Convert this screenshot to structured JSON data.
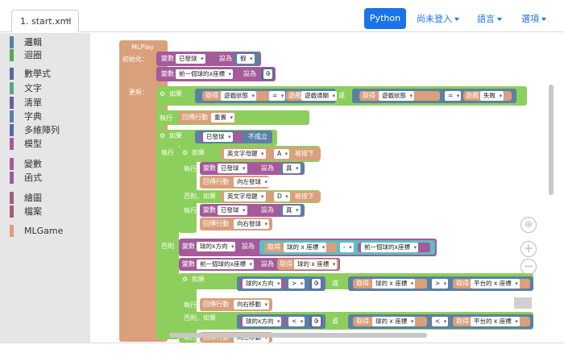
{
  "tab": {
    "label": "1. start.xml",
    "close": "×"
  },
  "nav": {
    "python": "Python",
    "login": "尚未登入",
    "language": "語言",
    "options": "選項"
  },
  "toolbox": [
    {
      "label": "邏輯",
      "color": "#5b80a5"
    },
    {
      "label": "迴圈",
      "color": "#5ba55b"
    },
    {
      "label": "數學式",
      "color": "#5b67a5"
    },
    {
      "label": "文字",
      "color": "#5ba58c"
    },
    {
      "label": "清單",
      "color": "#745ba5"
    },
    {
      "label": "字典",
      "color": "#5b80a5"
    },
    {
      "label": "多維陣列",
      "color": "#5b67a5"
    },
    {
      "label": "模型",
      "color": "#a55b99"
    },
    {
      "label": "變數",
      "color": "#a55b99"
    },
    {
      "label": "函式",
      "color": "#995ba5"
    },
    {
      "label": "繪圖",
      "color": "#a55b80"
    },
    {
      "label": "檔案",
      "color": "#a55b80"
    },
    {
      "label": "MLGame",
      "color": "#d9a07b"
    }
  ],
  "ws": {
    "mlplay": "MLPlay",
    "init": "初始化：",
    "update": "更新：",
    "set_var": "變數",
    "set_to": "設為",
    "get": "取得",
    "exec": "執行",
    "if": "如果",
    "else_if": "否則，如果",
    "else": "否則",
    "not": "不成立",
    "pressed": "被按下",
    "letter": "英文字母鍵",
    "ball_served": "已發球",
    "false": "假",
    "true": "真",
    "prev_ball_x": "前一個球的x座標",
    "zero": "0",
    "game_status": "遊戲狀態",
    "game_over": "遊戲通關",
    "game_fail": "失敗",
    "game_pre": "遊戲",
    "eq": "=",
    "or": "或",
    "return_action": "回傳行動",
    "reset": "重置",
    "serve_left": "向左發球",
    "serve_right": "向右發球",
    "key_a": "A",
    "key_d": "D",
    "ball_dir_x": "球的x方向",
    "ball_x": "球的 x 座標",
    "minus": "-",
    "gt": ">",
    "lt": "<",
    "platform_x": "平台的 x 座標",
    "move_right": "向右移動",
    "move_left": "向左移動"
  }
}
